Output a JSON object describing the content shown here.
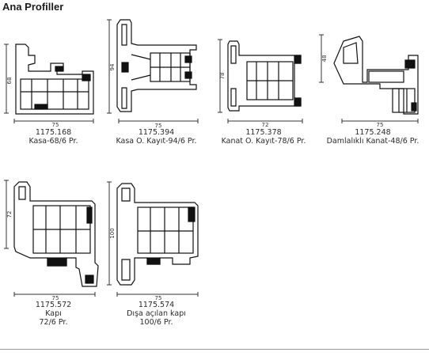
{
  "section": {
    "title": "Ana Profiller"
  },
  "profiles": [
    {
      "code": "1175.168",
      "name": "Kasa-68/6 Pr.",
      "width_dim": "75",
      "height_dim": "68"
    },
    {
      "code": "1175.394",
      "name": "Kasa O. Kayıt-94/6 Pr.",
      "width_dim": "75",
      "height_dim": "94"
    },
    {
      "code": "1175.378",
      "name": "Kanat O. Kayıt-78/6 Pr.",
      "width_dim": "72",
      "height_dim": "78"
    },
    {
      "code": "1175.248",
      "name": "Damlalıklı Kanat-48/6 Pr.",
      "width_dim": "75",
      "height_dim": "48"
    },
    {
      "code": "1175.572",
      "name_lines": [
        "Kapı",
        "72/6 Pr."
      ],
      "width_dim": "75",
      "height_dim": "72"
    },
    {
      "code": "1175.574",
      "name_lines": [
        "Dışa açılan kapı",
        "100/6 Pr."
      ],
      "width_dim": "75",
      "height_dim": "100"
    }
  ]
}
